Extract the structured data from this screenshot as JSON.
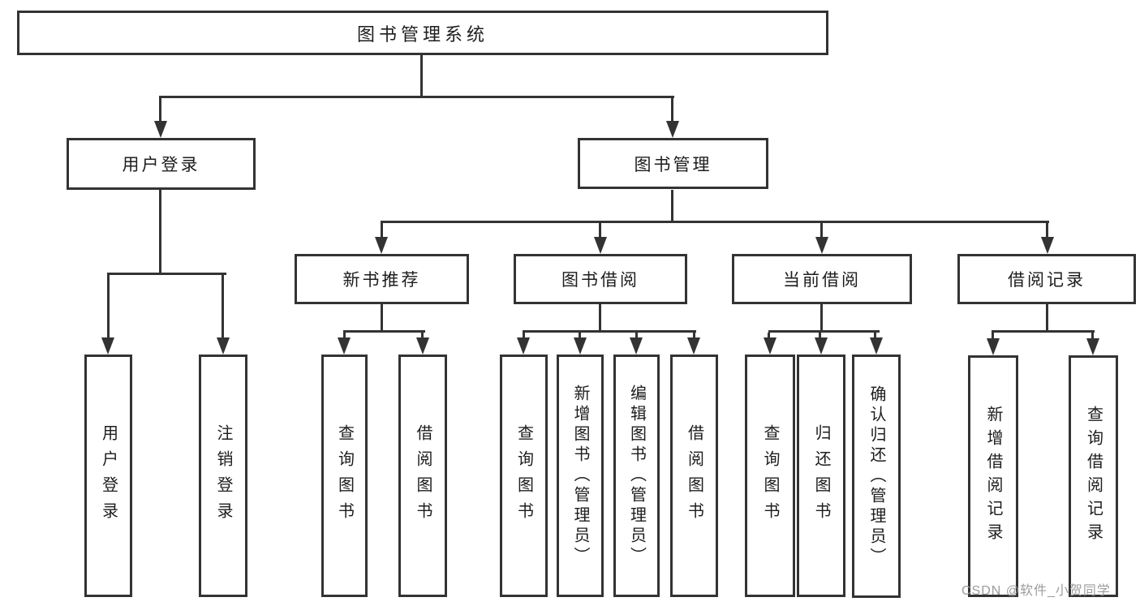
{
  "diagram": {
    "root": {
      "label": "图书管理系统",
      "children": [
        {
          "label": "用户登录",
          "children": [
            {
              "label": "用户登录"
            },
            {
              "label": "注销登录"
            }
          ]
        },
        {
          "label": "图书管理",
          "children": [
            {
              "label": "新书推荐",
              "children": [
                {
                  "label": "查询图书"
                },
                {
                  "label": "借阅图书"
                }
              ]
            },
            {
              "label": "图书借阅",
              "children": [
                {
                  "label": "查询图书"
                },
                {
                  "label": "新增图书（管理员）"
                },
                {
                  "label": "编辑图书（管理员）"
                },
                {
                  "label": "借阅图书"
                }
              ]
            },
            {
              "label": "当前借阅",
              "children": [
                {
                  "label": "查询图书"
                },
                {
                  "label": "归还图书"
                },
                {
                  "label": "确认归还（管理员）"
                }
              ]
            },
            {
              "label": "借阅记录",
              "children": [
                {
                  "label": "新增借阅记录"
                },
                {
                  "label": "查询借阅记录"
                }
              ]
            }
          ]
        }
      ]
    }
  },
  "watermark": {
    "text": "CSDN @软件_小贺同学"
  },
  "colors": {
    "border": "#333333",
    "connector": "#333333",
    "text": "#1d1d1f",
    "background": "#ffffff",
    "watermark": "#97979a"
  }
}
